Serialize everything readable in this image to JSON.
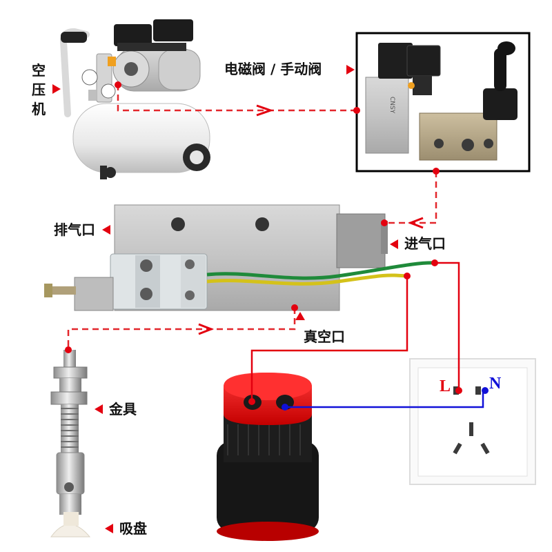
{
  "labels": {
    "compressor_chars": [
      "空",
      "压",
      "机"
    ],
    "valve": "电磁阀 / 手动阀",
    "exhaust_port": "排气口",
    "inlet_port": "进气口",
    "vacuum_port": "真空口",
    "fitting": "金具",
    "suction_cup": "吸盘",
    "socket_live": "L",
    "socket_neutral": "N"
  },
  "colors": {
    "air_line": "#e3262b",
    "arrow_marker": "#e3000f",
    "live_wire": "#e3000f",
    "neutral_wire": "#1010d8",
    "valve_frame": "#000000",
    "green_wire": "#1f8a3a",
    "yellow_wire": "#d4c21a"
  }
}
